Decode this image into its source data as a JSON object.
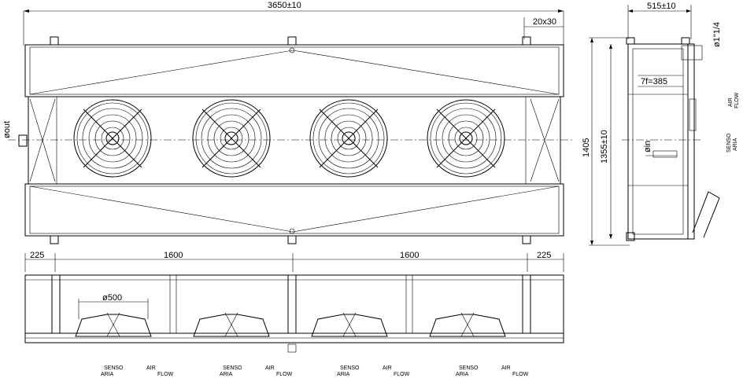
{
  "dimensions": {
    "overall_length": "3650±10",
    "bracket": "20x30",
    "depth": "515±10",
    "connection_out": "ø1\"1/4",
    "fin_spacing": "7f=385",
    "height_overall": "1405",
    "height_body": "1355±10",
    "outlet": "øout",
    "inlet": "øin",
    "edge_left": "225",
    "pitch_1": "1600",
    "pitch_2": "1600",
    "edge_right": "225",
    "fan_diameter": "ø500"
  },
  "side_labels": {
    "air_flow_1": "AIR",
    "air_flow_2": "FLOW",
    "senso_1": "SENSO",
    "senso_2": "ARIA"
  },
  "bottom_labels": {
    "senso_1": "SENSO",
    "senso_2": "ARIA",
    "air": "AIR",
    "flow": "FLOW"
  },
  "fans": 4
}
